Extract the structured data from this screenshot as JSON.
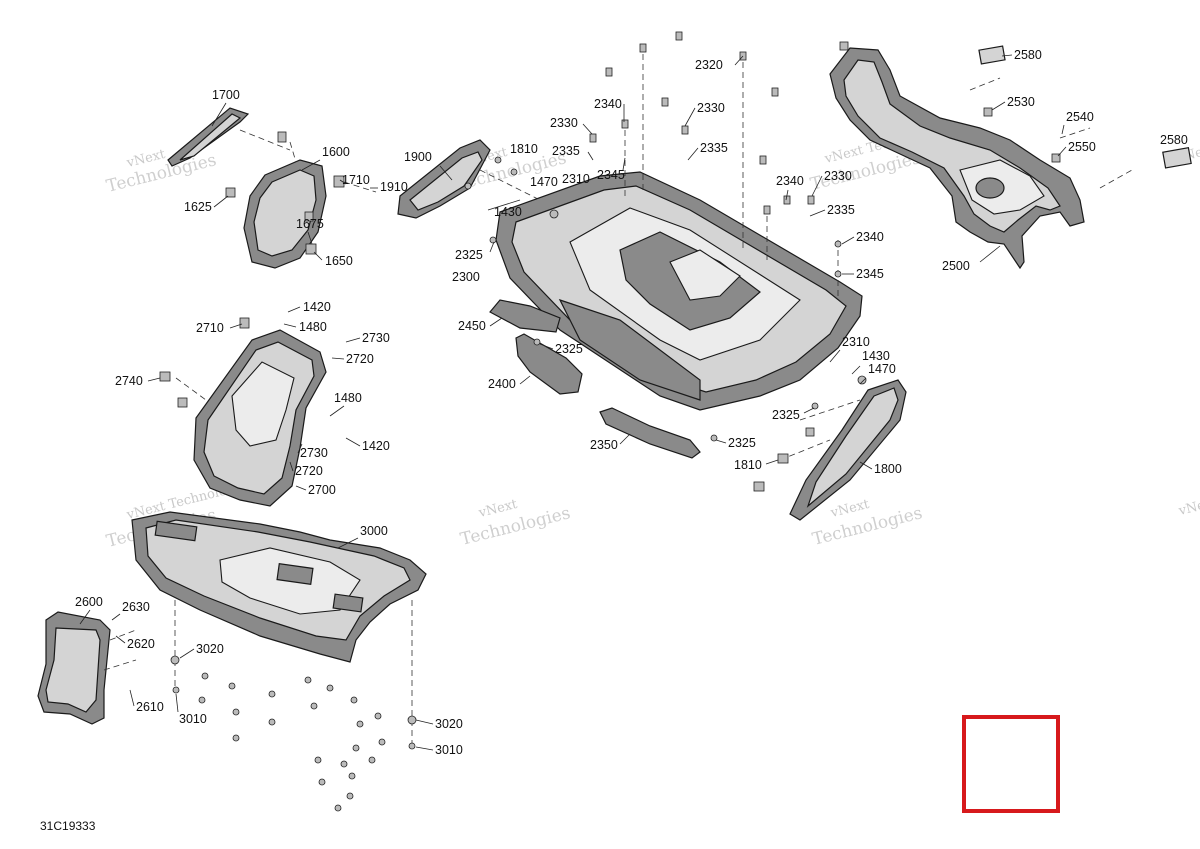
{
  "diagram": {
    "document_code": "31C19333",
    "watermark_line1": "vNext",
    "watermark_line2": "Technologies",
    "watermark_inline": "vNext Technologies",
    "watermark_edge": "vNex",
    "highlight_color": "#d7191c",
    "labels": [
      "1700",
      "1600",
      "1710",
      "1910",
      "1625",
      "1675",
      "1650",
      "1900",
      "1810",
      "1470",
      "2310",
      "1430",
      "2325",
      "2300",
      "2320",
      "2340",
      "2330",
      "2335",
      "2345",
      "2330",
      "2335",
      "2340",
      "2330",
      "2335",
      "2340",
      "2345",
      "2580",
      "2530",
      "2540",
      "2550",
      "2580",
      "2500",
      "1420",
      "1480",
      "2710",
      "2730",
      "2720",
      "2740",
      "1480",
      "1420",
      "2730",
      "2720",
      "2700",
      "2450",
      "2325",
      "2400",
      "2310",
      "1430",
      "1470",
      "2325",
      "2325",
      "2350",
      "1810",
      "1800",
      "3000",
      "2600",
      "2630",
      "2620",
      "2610",
      "3020",
      "3010",
      "3020",
      "3010"
    ]
  }
}
